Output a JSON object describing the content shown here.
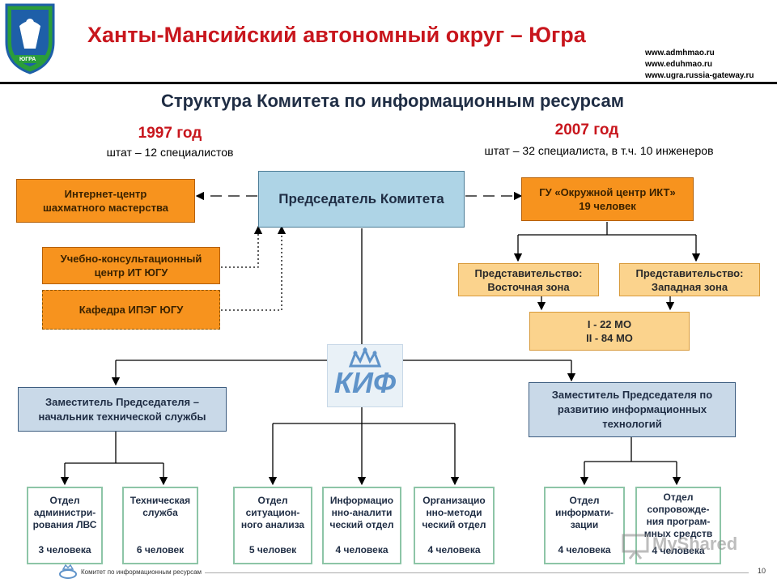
{
  "header": {
    "title": "Ханты-Мансийский автономный округ – Югра",
    "urls": [
      "www.admhmao.ru",
      "www.eduhmao.ru",
      "www.ugra.russia-gateway.ru"
    ]
  },
  "subtitle": "Структура Комитета по информационным ресурсам",
  "year_1997": {
    "year": "1997 год",
    "staff": "штат – 12 специалистов"
  },
  "year_2007": {
    "year": "2007 год",
    "staff": "штат – 32 специалиста, в т.ч. 10 инженеров"
  },
  "boxes": {
    "chair": "Председатель Комитета",
    "internet_center": "Интернет-центр шахматного мастерства",
    "training_center": "Учебно-консультационный центр ИТ ЮГУ",
    "department": "Кафедра ИПЭГ ЮГУ",
    "gu_center": "ГУ «Окружной центр ИКТ»",
    "gu_center_staff": "19 человек",
    "east_zone": "Представительство: Восточная зона",
    "west_zone": "Представительство: Западная зона",
    "mo_line1": "I - 22 МО",
    "mo_line2": "II - 84 МО",
    "deputy_tech": "Заместитель Председателя – начальник технической службы",
    "deputy_it": "Заместитель Председателя по развитию информационных технологий"
  },
  "units": [
    {
      "name": "Отдел администри-рования ЛВС",
      "count": "3 человека"
    },
    {
      "name": "Техническая служба",
      "count": "6 человек"
    },
    {
      "name": "Отдел ситуацион-ного анализа",
      "count": "5 человек"
    },
    {
      "name": "Информацио нно-аналити ческий отдел",
      "count": "4 человека"
    },
    {
      "name": "Организацио нно-методи ческий отдел",
      "count": "4 человека"
    },
    {
      "name": "Отдел информати-зации",
      "count": "4 человека"
    },
    {
      "name": "Отдел сопровожде-ния програм-мных средств",
      "count": "4 человека"
    }
  ],
  "logo_text": "КИФ",
  "emblem_text": "ЮГРА",
  "watermark": "MyShared",
  "footer": {
    "text": "Комитет по информационным ресурсам",
    "page": "10"
  },
  "colors": {
    "title_red": "#c8161d",
    "orange": "#f7931e",
    "light_orange": "#fbd38d",
    "chair_blue": "#aed4e6",
    "deputy_blue": "#c9d9e8",
    "unit_border": "#8dc5a7",
    "navy": "#1f2d44"
  }
}
